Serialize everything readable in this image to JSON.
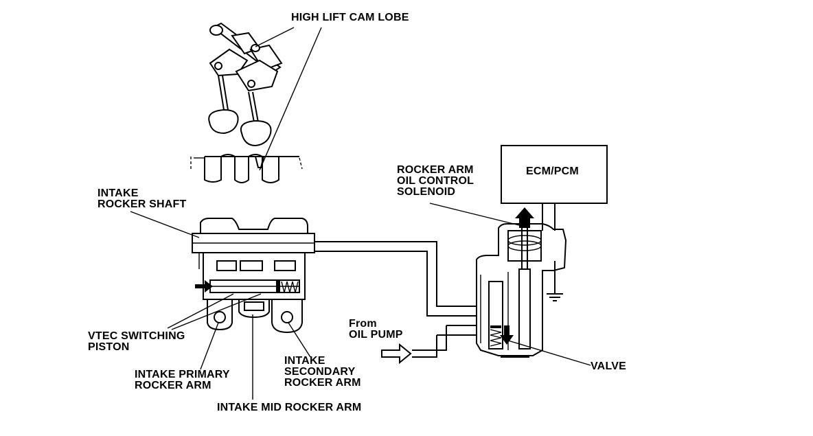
{
  "labels": {
    "high_lift_cam_lobe": "HIGH LIFT CAM LOBE",
    "intake_rocker_shaft_1": "INTAKE",
    "intake_rocker_shaft_2": "ROCKER SHAFT",
    "solenoid_1": "ROCKER ARM",
    "solenoid_2": "OIL CONTROL",
    "solenoid_3": "SOLENOID",
    "ecm_pcm": "ECM/PCM",
    "from_oil_pump_1": "From",
    "from_oil_pump_2": "OIL PUMP",
    "vtec_piston_1": "VTEC SWITCHING",
    "vtec_piston_2": "PISTON",
    "valve": "VALVE",
    "primary_arm_1": "INTAKE PRIMARY",
    "primary_arm_2": "ROCKER ARM",
    "secondary_arm_1": "INTAKE",
    "secondary_arm_2": "SECONDARY",
    "secondary_arm_3": "ROCKER ARM",
    "mid_arm": "INTAKE MID ROCKER ARM"
  }
}
